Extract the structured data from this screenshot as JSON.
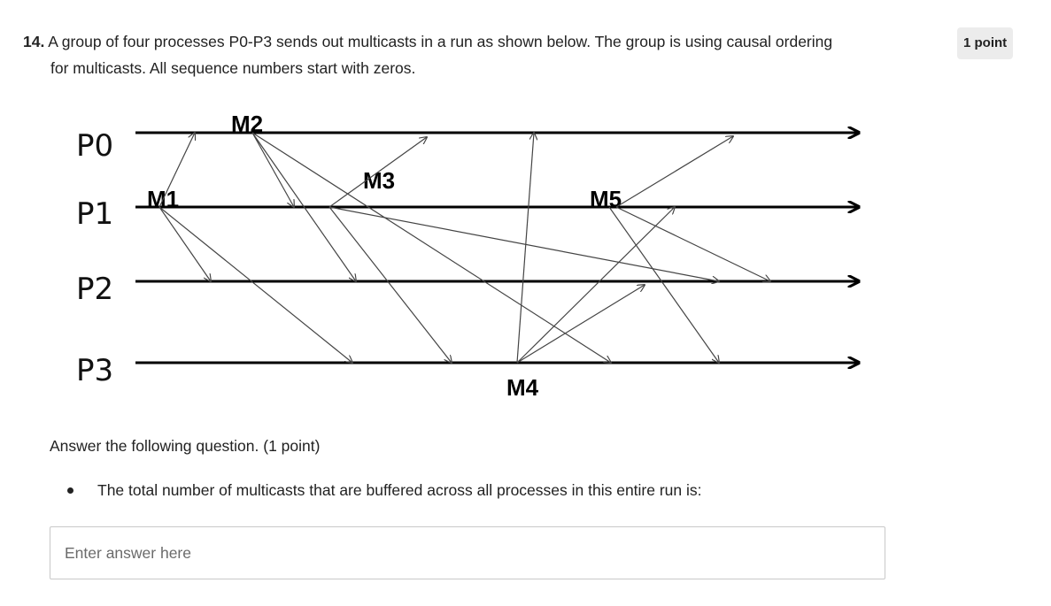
{
  "question": {
    "number": "14.",
    "text_line1": "A group of four processes P0-P3 sends out multicasts in a run as shown below. The group is using causal ordering",
    "text_line2": "for multicasts. All sequence numbers start with zeros.",
    "points_badge": "1 point"
  },
  "diagram": {
    "processes": [
      "P0",
      "P1",
      "P2",
      "P3"
    ],
    "messages": [
      "M1",
      "M2",
      "M3",
      "M4",
      "M5"
    ]
  },
  "instruction": "Answer the following question. (1 point)",
  "bullet": "The total number of multicasts that are buffered across all processes in this entire run is:",
  "answer": {
    "placeholder": "Enter answer here",
    "value": ""
  }
}
